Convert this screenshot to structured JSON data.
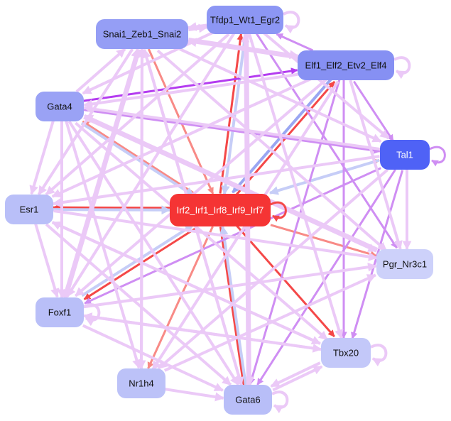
{
  "colors": {
    "light": "#ebc9f7",
    "mid": "#cf8ef3",
    "strong": "#b43cf0",
    "red": "#f44848",
    "salmon": "#f88a86",
    "blue": "#c6cdf7",
    "bluemid": "#9aa6f2"
  },
  "nodes": [
    {
      "id": "tfdp1",
      "label": "Tfdp1_Wt1_Egr2",
      "fill": "#8c96f4",
      "text": "#111"
    },
    {
      "id": "snai1",
      "label": "Snai1_Zeb1_Snai2",
      "fill": "#959ef5",
      "text": "#111"
    },
    {
      "id": "elf1",
      "label": "Elf1_Elf2_Etv2_Elf4",
      "fill": "#8690f3",
      "text": "#111"
    },
    {
      "id": "gata4",
      "label": "Gata4",
      "fill": "#9aa2f5",
      "text": "#111"
    },
    {
      "id": "tal1",
      "label": "Tal1",
      "fill": "#4f62f6",
      "text": "#fff"
    },
    {
      "id": "esr1",
      "label": "Esr1",
      "fill": "#b9bff8",
      "text": "#111"
    },
    {
      "id": "irf2",
      "label": "Irf2_Irf1_Irf8_Irf9_Irf7",
      "fill": "#f53434",
      "text": "#fff"
    },
    {
      "id": "pgr",
      "label": "Pgr_Nr3c1",
      "fill": "#cdd1fa",
      "text": "#111"
    },
    {
      "id": "foxf1",
      "label": "Foxf1",
      "fill": "#b9bff8",
      "text": "#111"
    },
    {
      "id": "tbx20",
      "label": "Tbx20",
      "fill": "#c3c8f9",
      "text": "#111"
    },
    {
      "id": "nr1h4",
      "label": "Nr1h4",
      "fill": "#bcc2f8",
      "text": "#111"
    },
    {
      "id": "gata6",
      "label": "Gata6",
      "fill": "#b8bef8",
      "text": "#111"
    }
  ],
  "edges": [
    [
      "irf2",
      "tfdp1",
      "red"
    ],
    [
      "irf2",
      "gata4",
      "salmon"
    ],
    [
      "irf2",
      "esr1",
      "red"
    ],
    [
      "irf2",
      "foxf1",
      "red"
    ],
    [
      "irf2",
      "nr1h4",
      "salmon"
    ],
    [
      "irf2",
      "gata6",
      "red"
    ],
    [
      "irf2",
      "tbx20",
      "red"
    ],
    [
      "irf2",
      "pgr",
      "salmon"
    ],
    [
      "irf2",
      "elf1",
      "red"
    ],
    [
      "irf2",
      "tal1",
      "salmon"
    ],
    [
      "snai1",
      "irf2",
      "salmon"
    ],
    [
      "tal1",
      "irf2",
      "blue"
    ],
    [
      "foxf1",
      "irf2",
      "blue"
    ],
    [
      "gata6",
      "irf2",
      "blue"
    ],
    [
      "elf1",
      "irf2",
      "bluemid"
    ],
    [
      "tfdp1",
      "irf2",
      "blue"
    ],
    [
      "esr1",
      "irf2",
      "blue"
    ],
    [
      "gata4",
      "irf2",
      "blue"
    ],
    [
      "gata4",
      "elf1",
      "strong"
    ],
    [
      "gata4",
      "tal1",
      "mid"
    ],
    [
      "elf1",
      "tal1",
      "mid"
    ],
    [
      "tal1",
      "foxf1",
      "mid"
    ],
    [
      "tal1",
      "gata6",
      "mid"
    ],
    [
      "elf1",
      "gata6",
      "mid"
    ],
    [
      "tfdp1",
      "pgr",
      "mid"
    ],
    [
      "elf1",
      "tfdp1",
      "mid"
    ],
    [
      "elf1",
      "tbx20",
      "mid"
    ],
    [
      "tal1",
      "tbx20",
      "mid"
    ],
    [
      "gata4",
      "snai1",
      "light"
    ],
    [
      "gata4",
      "esr1",
      "light"
    ],
    [
      "gata4",
      "foxf1",
      "light"
    ],
    [
      "gata4",
      "gata6",
      "light"
    ],
    [
      "gata4",
      "tbx20",
      "light"
    ],
    [
      "gata4",
      "nr1h4",
      "light"
    ],
    [
      "gata4",
      "pgr",
      "light"
    ],
    [
      "snai1",
      "tfdp1",
      "light"
    ],
    [
      "snai1",
      "elf1",
      "light"
    ],
    [
      "snai1",
      "nr1h4",
      "light"
    ],
    [
      "snai1",
      "pgr",
      "light"
    ],
    [
      "snai1",
      "tal1",
      "light"
    ],
    [
      "snai1",
      "esr1",
      "light"
    ],
    [
      "snai1",
      "gata6",
      "light"
    ],
    [
      "snai1",
      "foxf1",
      "light"
    ],
    [
      "tfdp1",
      "esr1",
      "light"
    ],
    [
      "tfdp1",
      "gata4",
      "light"
    ],
    [
      "tfdp1",
      "gata6",
      "light"
    ],
    [
      "tfdp1",
      "tbx20",
      "light"
    ],
    [
      "tfdp1",
      "foxf1",
      "light"
    ],
    [
      "tfdp1",
      "tal1",
      "light"
    ],
    [
      "tfdp1",
      "snai1",
      "light"
    ],
    [
      "elf1",
      "esr1",
      "light"
    ],
    [
      "elf1",
      "gata4",
      "light"
    ],
    [
      "elf1",
      "pgr",
      "light"
    ],
    [
      "elf1",
      "foxf1",
      "light"
    ],
    [
      "elf1",
      "nr1h4",
      "light"
    ],
    [
      "elf1",
      "snai1",
      "light"
    ],
    [
      "tal1",
      "esr1",
      "light"
    ],
    [
      "tal1",
      "pgr",
      "light"
    ],
    [
      "tal1",
      "nr1h4",
      "light"
    ],
    [
      "tal1",
      "gata4",
      "light"
    ],
    [
      "esr1",
      "foxf1",
      "light"
    ],
    [
      "esr1",
      "gata6",
      "light"
    ],
    [
      "esr1",
      "tbx20",
      "light"
    ],
    [
      "esr1",
      "pgr",
      "light"
    ],
    [
      "foxf1",
      "tbx20",
      "light"
    ],
    [
      "foxf1",
      "gata6",
      "light"
    ],
    [
      "foxf1",
      "pgr",
      "light"
    ],
    [
      "foxf1",
      "snai1",
      "light"
    ],
    [
      "nr1h4",
      "gata6",
      "light"
    ],
    [
      "nr1h4",
      "pgr",
      "light"
    ],
    [
      "nr1h4",
      "snai1",
      "light"
    ],
    [
      "gata6",
      "tbx20",
      "light"
    ],
    [
      "gata6",
      "snai1",
      "light"
    ],
    [
      "gata6",
      "tfdp1",
      "light"
    ],
    [
      "tbx20",
      "gata6",
      "light"
    ],
    [
      "tbx20",
      "esr1",
      "light"
    ],
    [
      "tbx20",
      "foxf1",
      "light"
    ],
    [
      "pgr",
      "gata4",
      "light"
    ]
  ],
  "self_loops": [
    [
      "tfdp1",
      "light"
    ],
    [
      "elf1",
      "light"
    ],
    [
      "tal1",
      "mid"
    ],
    [
      "irf2",
      "red"
    ],
    [
      "foxf1",
      "light"
    ],
    [
      "tbx20",
      "light"
    ],
    [
      "gata6",
      "light"
    ]
  ]
}
